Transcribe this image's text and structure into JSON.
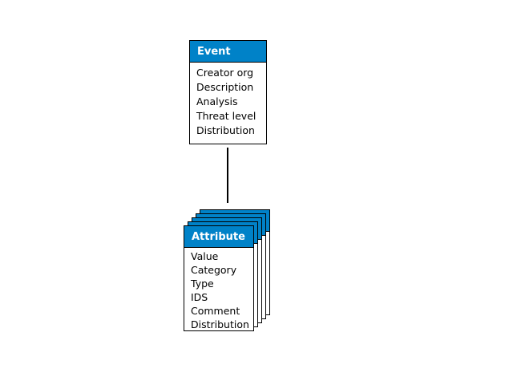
{
  "diagram": {
    "background_color": "#FFFFFF",
    "accent_color": "#0082C8",
    "border_color": "#000000",
    "event": {
      "title": "Event",
      "fields": [
        "Creator org",
        "Description",
        "Analysis",
        "Threat level",
        "Distribution"
      ]
    },
    "connector": {
      "type": "vertical-line"
    },
    "attribute": {
      "title": "Attribute",
      "stack_count": 5,
      "fields": [
        "Value",
        "Category",
        "Type",
        "IDS",
        "Comment",
        "Distribution"
      ]
    }
  }
}
